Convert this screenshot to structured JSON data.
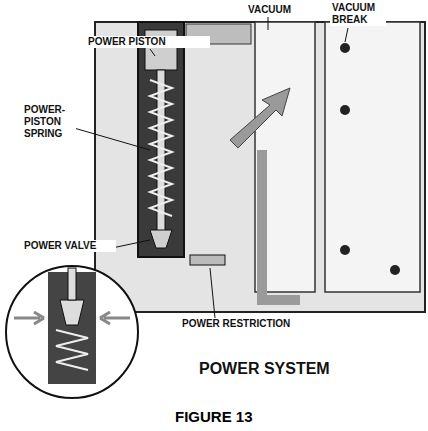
{
  "diagram": {
    "title": "POWER SYSTEM",
    "caption": "FIGURE 13",
    "labels": [
      "VACUUM",
      "VACUUM BREAK",
      "POWER PISTON",
      "POWER- PISTON SPRING",
      "POWER VALVE",
      "POWER RESTRICTION"
    ]
  }
}
